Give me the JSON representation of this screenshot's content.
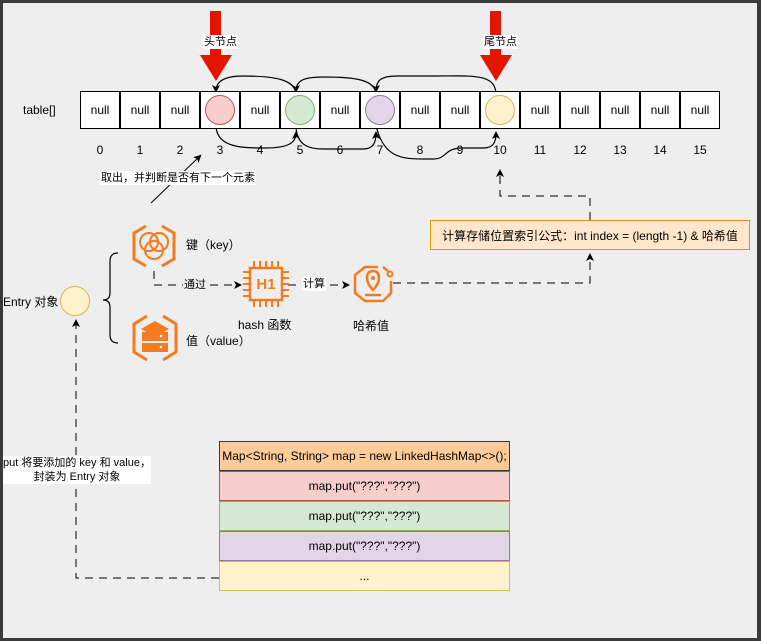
{
  "pointers": {
    "head_label": "头节点",
    "tail_label": "尾节点"
  },
  "table": {
    "label": "table[]",
    "cells": [
      "null",
      "null",
      "null",
      "",
      "null",
      "",
      "null",
      "",
      "null",
      "null",
      "",
      "null",
      "null",
      "null",
      "null",
      "null"
    ],
    "indices": [
      "0",
      "1",
      "2",
      "3",
      "4",
      "5",
      "6",
      "7",
      "8",
      "9",
      "10",
      "11",
      "12",
      "13",
      "14",
      "15"
    ],
    "nodes": [
      {
        "index": 3,
        "fill": "#f8cecc",
        "stroke": "#b85450"
      },
      {
        "index": 5,
        "fill": "#d5e8d4",
        "stroke": "#82b366"
      },
      {
        "index": 7,
        "fill": "#e1d5e7",
        "stroke": "#9673a6"
      },
      {
        "index": 10,
        "fill": "#fff2cc",
        "stroke": "#d6b656"
      }
    ]
  },
  "annotations": {
    "take_out": "取出，并判断是否有下一个元素",
    "through": "通过",
    "compute": "计算",
    "put_note_line1": "put 将要添加的 key 和 value，",
    "put_note_line2": "封装为 Entry 对象"
  },
  "entry": {
    "label": "Entry 对象",
    "key_label": "键（key）",
    "value_label": "值（value）"
  },
  "hash": {
    "chip_text": "H1",
    "function_label": "hash 函数",
    "value_label": "哈希值"
  },
  "formula": {
    "text": "计算存储位置索引公式：int index = (length -1) & 哈希值"
  },
  "code": {
    "rows": [
      {
        "text": "Map<String, String> map = new LinkedHashMap<>();",
        "fill": "#ffcc99",
        "stroke": "#36393d"
      },
      {
        "text": "map.put(\"???\",\"???\")",
        "fill": "#f8cecc",
        "stroke": "#b85450"
      },
      {
        "text": "map.put(\"???\",\"???\")",
        "fill": "#d5e8d4",
        "stroke": "#82b366"
      },
      {
        "text": "map.put(\"???\",\"???\")",
        "fill": "#e1d5e7",
        "stroke": "#9673a6"
      },
      {
        "text": "...",
        "fill": "#fff2cc",
        "stroke": "#d6b656"
      }
    ]
  },
  "colors": {
    "icon_orange": "#f47b20",
    "pointer_red": "#e51400",
    "canvas_bg": "#eeeeee"
  }
}
